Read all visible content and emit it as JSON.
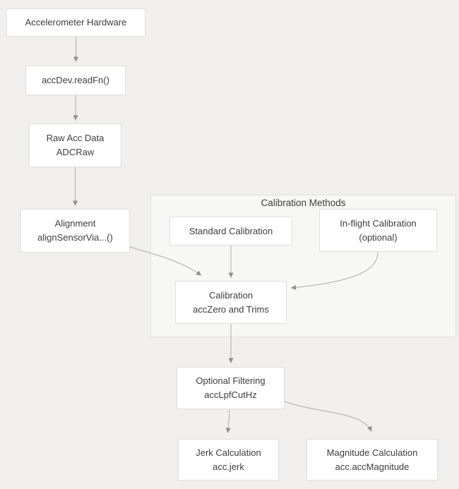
{
  "page": {
    "background": "#f0efed"
  },
  "colors": {
    "node_fill": "#ffffff",
    "node_border": "#e0dfdd",
    "group_fill": "#f7f7f5",
    "group_border": "#e3e2e0",
    "edge": "#ababab",
    "arrowhead": "#8d8d8d",
    "text": "#3d3d3d"
  },
  "container": {
    "title": "Calibration Methods"
  },
  "nodes": {
    "accelerometer_hardware": {
      "line1": "Accelerometer Hardware"
    },
    "accdev_readfn": {
      "line1": "accDev.readFn()"
    },
    "raw_acc_data": {
      "line1": "Raw Acc Data",
      "line2": "ADCRaw"
    },
    "alignment": {
      "line1": "Alignment",
      "line2": "alignSensorVia...()"
    },
    "standard_calibration": {
      "line1": "Standard Calibration"
    },
    "inflight_calibration": {
      "line1": "In-flight Calibration",
      "line2": "(optional)"
    },
    "calibration": {
      "line1": "Calibration",
      "line2": "accZero and Trims"
    },
    "optional_filtering": {
      "line1": "Optional Filtering",
      "line2": "accLpfCutHz"
    },
    "jerk_calculation": {
      "line1": "Jerk Calculation",
      "line2": "acc.jerk"
    },
    "magnitude_calculation": {
      "line1": "Magnitude Calculation",
      "line2": "acc.accMagnitude"
    }
  }
}
